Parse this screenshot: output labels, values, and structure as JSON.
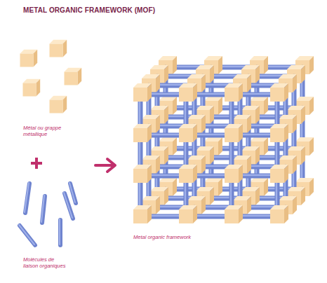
{
  "diagram": {
    "title": "METAL ORGANIC FRAMEWORK (MOF)",
    "labels": [
      "Métal ou grappe métallique",
      "Molécules de liaison organiques",
      "Metal organic framework"
    ]
  }
}
